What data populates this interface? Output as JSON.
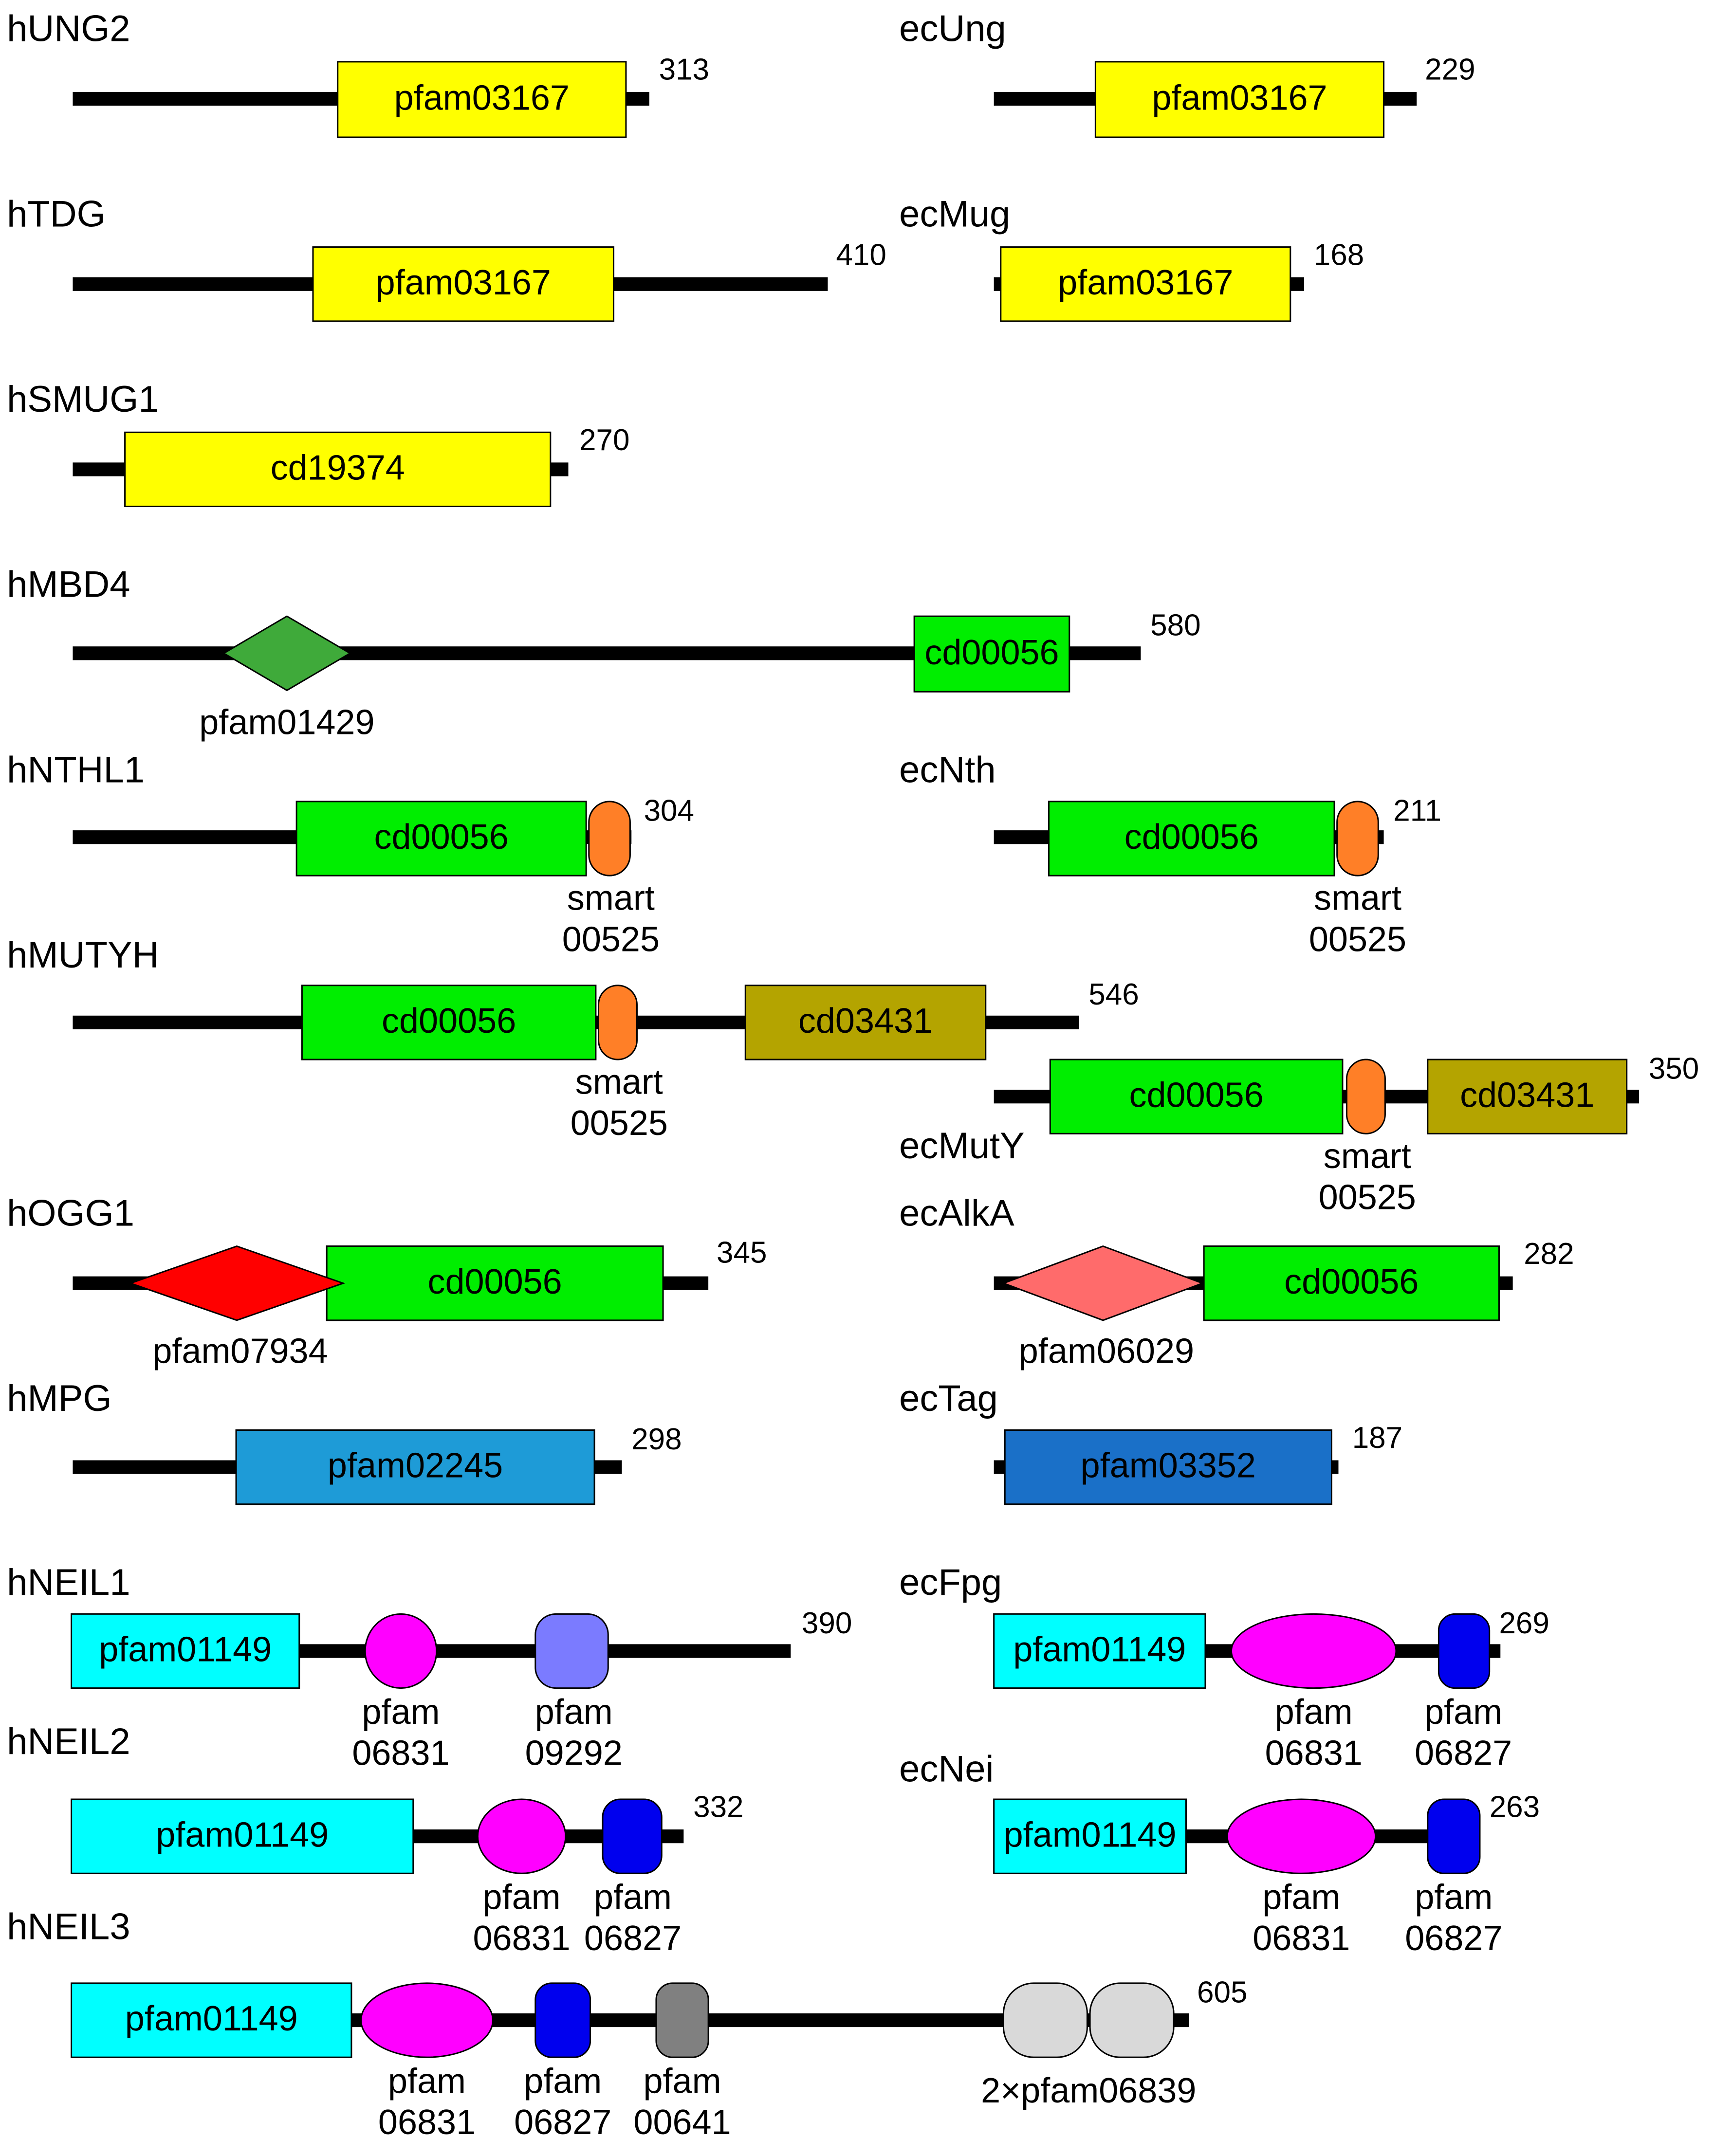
{
  "colors": {
    "backbone": "#000000",
    "uracil_glycosylase": "#ffff00",
    "helix_hairpin_helix": "#00ee00",
    "smart00525_fecl": "#ff7f27",
    "nudix_like": "#b4a400",
    "mbd_domain": "#3faa3a",
    "ogg_n": "#ff0000",
    "alka_n": "#ff6b6b",
    "mpg": "#1e9bd7",
    "tag": "#1a70c8",
    "fpg_n": "#00ffff",
    "h2tH": "#ff00ff",
    "pfam09292": "#7b7bff",
    "zinc_finger": "#0000ee",
    "pfam00641": "#808080",
    "grf_zinc_finger": "#d9d9d9"
  },
  "proteins": [
    {
      "name": "hUNG2",
      "length": "313",
      "domains": [
        {
          "label": "pfam03167",
          "shape": "rect",
          "color": "#ffff00"
        }
      ]
    },
    {
      "name": "ecUng",
      "length": "229",
      "domains": [
        {
          "label": "pfam03167",
          "shape": "rect",
          "color": "#ffff00"
        }
      ]
    },
    {
      "name": "hTDG",
      "length": "410",
      "domains": [
        {
          "label": "pfam03167",
          "shape": "rect",
          "color": "#ffff00"
        }
      ]
    },
    {
      "name": "ecMug",
      "length": "168",
      "domains": [
        {
          "label": "pfam03167",
          "shape": "rect",
          "color": "#ffff00"
        }
      ]
    },
    {
      "name": "hSMUG1",
      "length": "270",
      "domains": [
        {
          "label": "cd19374",
          "shape": "rect",
          "color": "#ffff00"
        }
      ]
    },
    {
      "name": "hMBD4",
      "length": "580",
      "domains": [
        {
          "label": "pfam01429",
          "shape": "diamond",
          "color": "#3faa3a"
        },
        {
          "label": "cd00056",
          "shape": "rect",
          "color": "#00ee00"
        }
      ]
    },
    {
      "name": "hNTHL1",
      "length": "304",
      "domains": [
        {
          "label": "cd00056",
          "shape": "rect",
          "color": "#00ee00"
        },
        {
          "label_line1": "smart",
          "label_line2": "00525",
          "shape": "pill",
          "color": "#ff7f27"
        }
      ]
    },
    {
      "name": "ecNth",
      "length": "211",
      "domains": [
        {
          "label": "cd00056",
          "shape": "rect",
          "color": "#00ee00"
        },
        {
          "label_line1": "smart",
          "label_line2": "00525",
          "shape": "pill",
          "color": "#ff7f27"
        }
      ]
    },
    {
      "name": "hMUTYH",
      "length": "546",
      "domains": [
        {
          "label": "cd00056",
          "shape": "rect",
          "color": "#00ee00"
        },
        {
          "label_line1": "smart",
          "label_line2": "00525",
          "shape": "pill",
          "color": "#ff7f27"
        },
        {
          "label": "cd03431",
          "shape": "rect",
          "color": "#b4a400"
        }
      ]
    },
    {
      "name": "ecMutY",
      "length": "350",
      "domains": [
        {
          "label": "cd00056",
          "shape": "rect",
          "color": "#00ee00"
        },
        {
          "label_line1": "smart",
          "label_line2": "00525",
          "shape": "pill",
          "color": "#ff7f27"
        },
        {
          "label": "cd03431",
          "shape": "rect",
          "color": "#b4a400"
        }
      ]
    },
    {
      "name": "hOGG1",
      "length": "345",
      "domains": [
        {
          "label": "pfam07934",
          "shape": "diamond",
          "color": "#ff0000"
        },
        {
          "label": "cd00056",
          "shape": "rect",
          "color": "#00ee00"
        }
      ]
    },
    {
      "name": "ecAlkA",
      "length": "282",
      "domains": [
        {
          "label": "pfam06029",
          "shape": "diamond",
          "color": "#ff6b6b"
        },
        {
          "label": "cd00056",
          "shape": "rect",
          "color": "#00ee00"
        }
      ]
    },
    {
      "name": "hMPG",
      "length": "298",
      "domains": [
        {
          "label": "pfam02245",
          "shape": "rect",
          "color": "#1e9bd7"
        }
      ]
    },
    {
      "name": "ecTag",
      "length": "187",
      "domains": [
        {
          "label": "pfam03352",
          "shape": "rect",
          "color": "#1a70c8"
        }
      ]
    },
    {
      "name": "hNEIL1",
      "length": "390",
      "domains": [
        {
          "label": "pfam01149",
          "shape": "rect",
          "color": "#00ffff"
        },
        {
          "label_line1": "pfam",
          "label_line2": "06831",
          "shape": "ellipse",
          "color": "#ff00ff"
        },
        {
          "label_line1": "pfam",
          "label_line2": "09292",
          "shape": "rounded",
          "color": "#7b7bff"
        }
      ]
    },
    {
      "name": "ecFpg",
      "length": "269",
      "domains": [
        {
          "label": "pfam01149",
          "shape": "rect",
          "color": "#00ffff"
        },
        {
          "label_line1": "pfam",
          "label_line2": "06831",
          "shape": "ellipse",
          "color": "#ff00ff"
        },
        {
          "label_line1": "pfam",
          "label_line2": "06827",
          "shape": "rounded",
          "color": "#0000ee"
        }
      ]
    },
    {
      "name": "hNEIL2",
      "length": "332",
      "domains": [
        {
          "label": "pfam01149",
          "shape": "rect",
          "color": "#00ffff"
        },
        {
          "label_line1": "pfam",
          "label_line2": "06831",
          "shape": "ellipse",
          "color": "#ff00ff"
        },
        {
          "label_line1": "pfam",
          "label_line2": "06827",
          "shape": "rounded",
          "color": "#0000ee"
        }
      ]
    },
    {
      "name": "ecNei",
      "length": "263",
      "domains": [
        {
          "label": "pfam01149",
          "shape": "rect",
          "color": "#00ffff"
        },
        {
          "label_line1": "pfam",
          "label_line2": "06831",
          "shape": "ellipse",
          "color": "#ff00ff"
        },
        {
          "label_line1": "pfam",
          "label_line2": "06827",
          "shape": "rounded",
          "color": "#0000ee"
        }
      ]
    },
    {
      "name": "hNEIL3",
      "length": "605",
      "domains": [
        {
          "label": "pfam01149",
          "shape": "rect",
          "color": "#00ffff"
        },
        {
          "label_line1": "pfam",
          "label_line2": "06831",
          "shape": "ellipse",
          "color": "#ff00ff"
        },
        {
          "label_line1": "pfam",
          "label_line2": "06827",
          "shape": "rounded",
          "color": "#0000ee"
        },
        {
          "label_line1": "pfam",
          "label_line2": "00641",
          "shape": "rounded",
          "color": "#808080"
        },
        {
          "label": "2×pfam06839",
          "shape": "double-rounded",
          "color": "#d9d9d9"
        }
      ]
    }
  ]
}
